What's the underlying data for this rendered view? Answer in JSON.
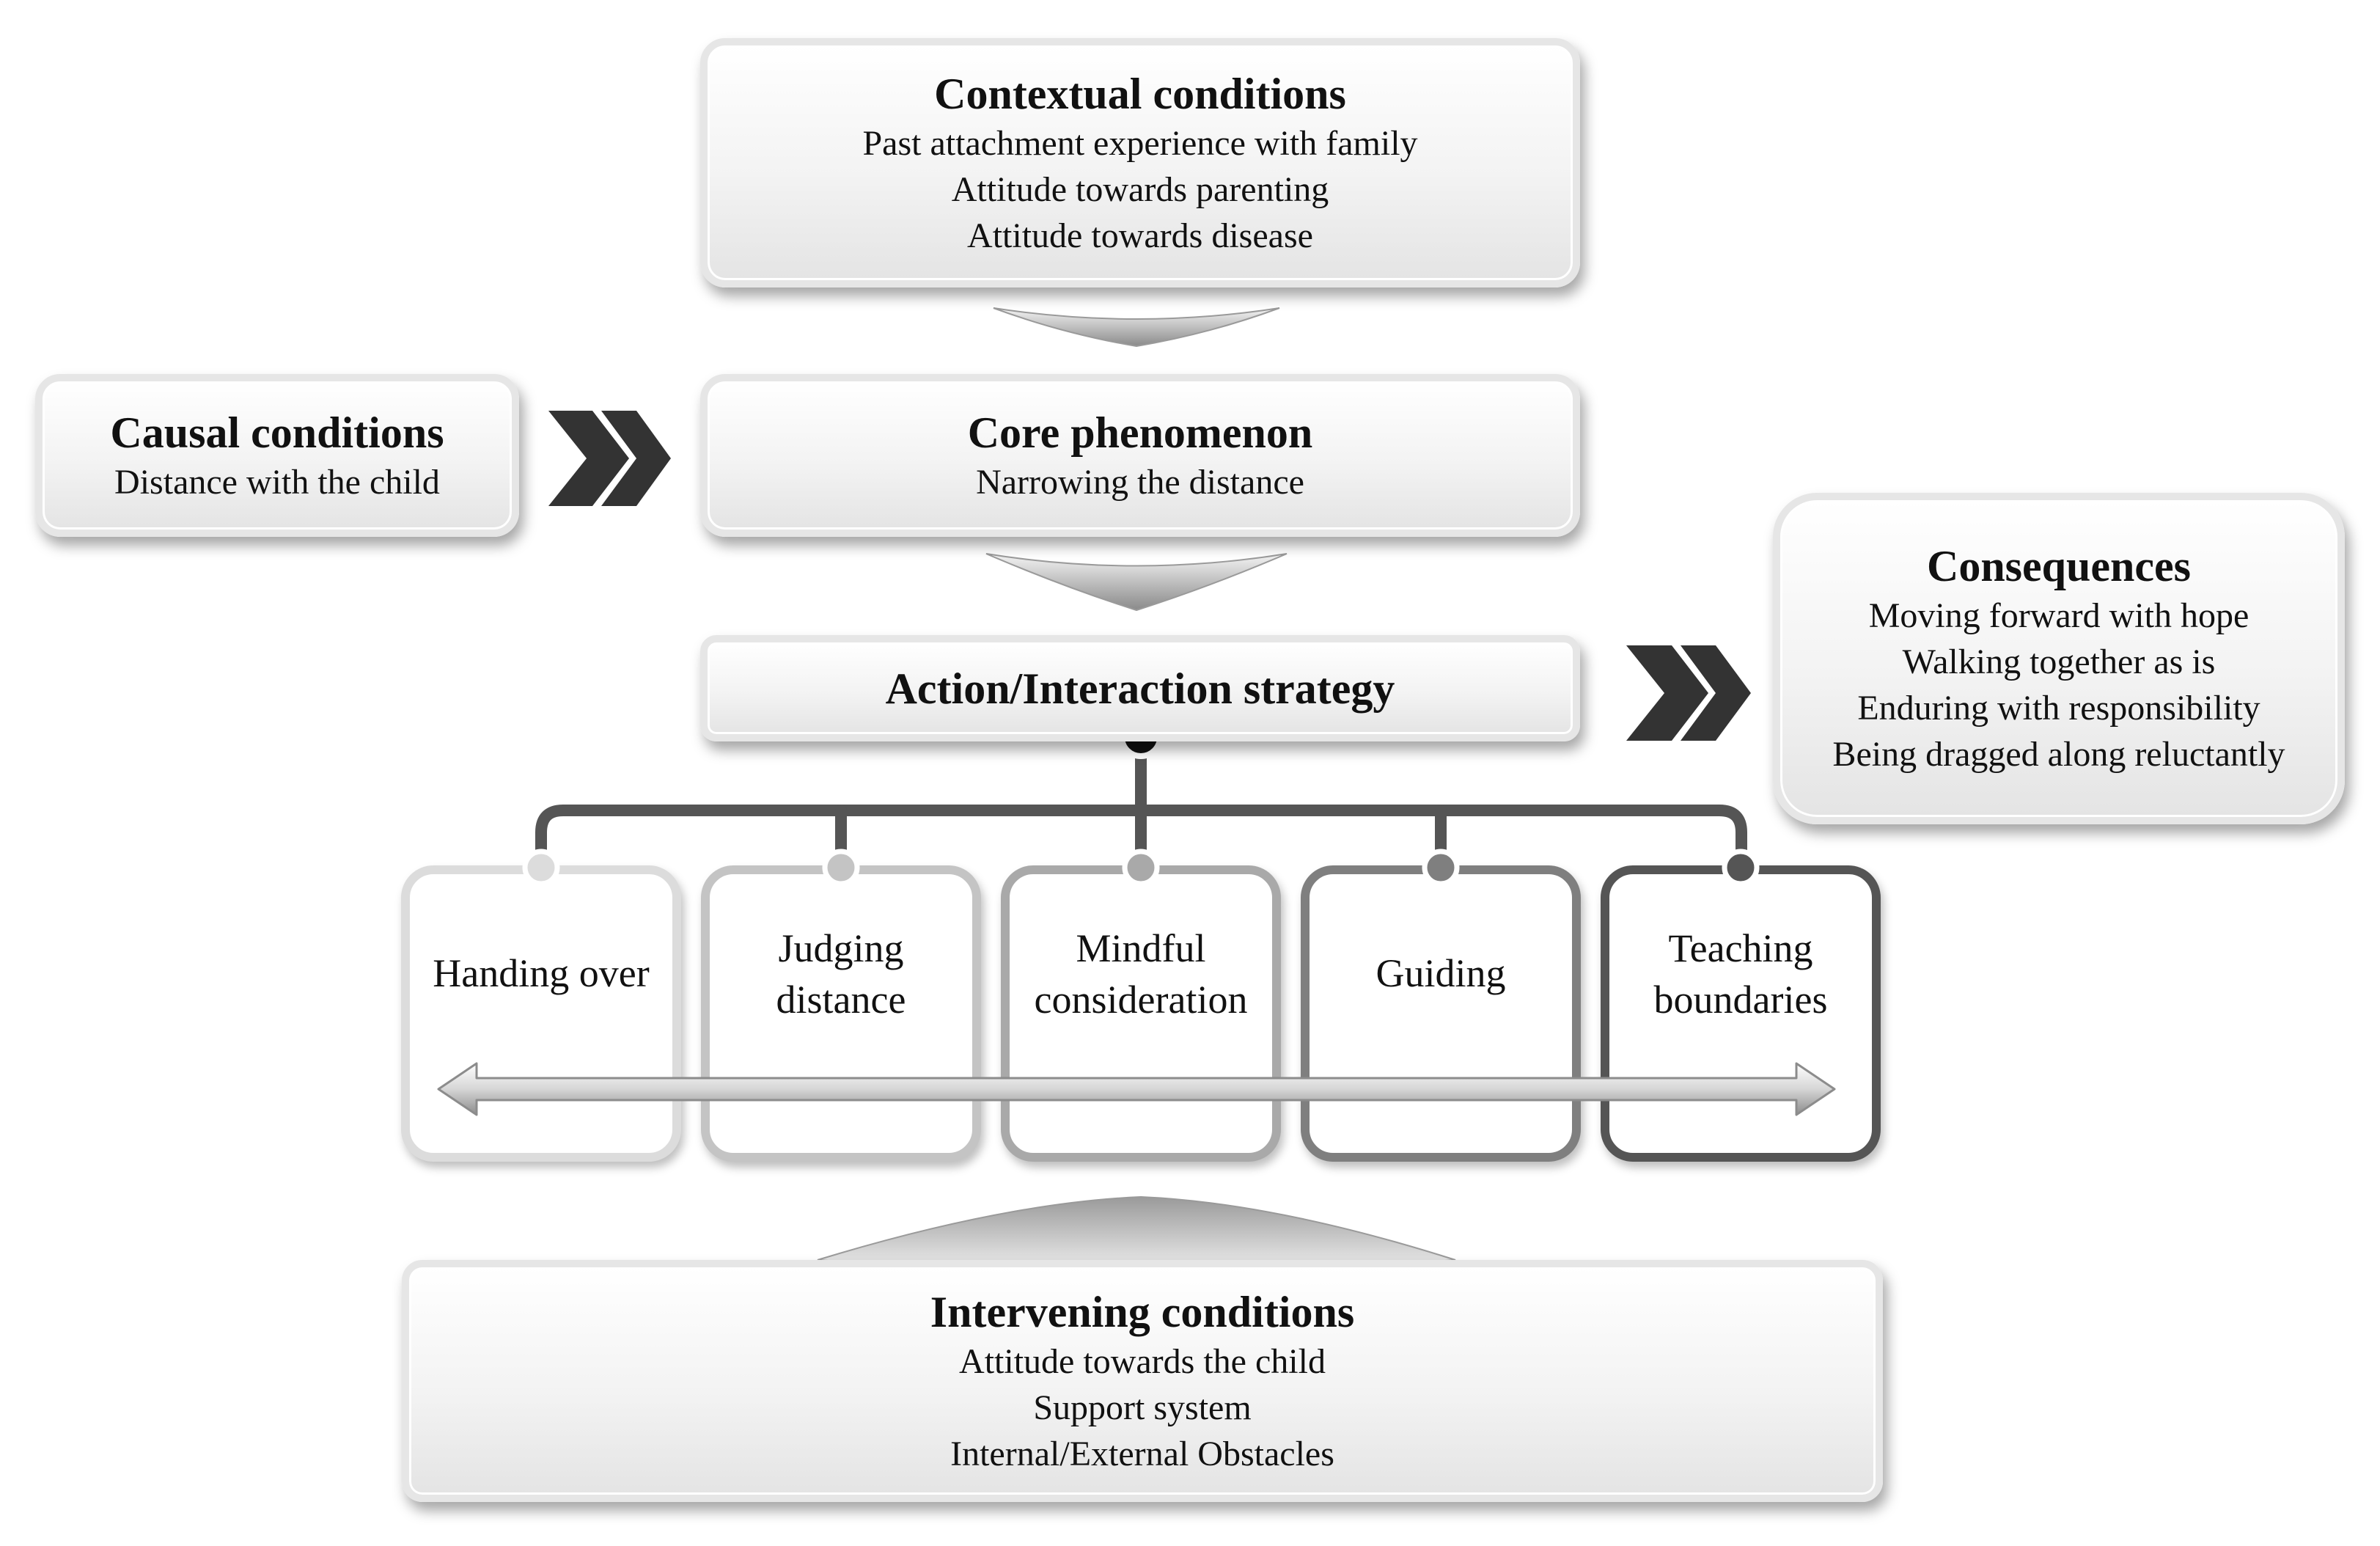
{
  "contextual": {
    "title": "Contextual conditions",
    "lines": [
      "Past attachment experience with family",
      "Attitude towards parenting",
      "Attitude towards disease"
    ]
  },
  "causal": {
    "title": "Causal conditions",
    "lines": [
      "Distance with the child"
    ]
  },
  "core": {
    "title": "Core phenomenon",
    "lines": [
      "Narrowing the distance"
    ]
  },
  "action": {
    "title": "Action/Interaction strategy"
  },
  "consequences": {
    "title": "Consequences",
    "lines": [
      "Moving forward with hope",
      "Walking together as is",
      "Enduring with responsibility",
      "Being dragged along reluctantly"
    ]
  },
  "strategies": [
    {
      "label": "Handing over",
      "color": "#dcdcdc"
    },
    {
      "label": "Judging\ndistance",
      "color": "#c4c4c4"
    },
    {
      "label": "Mindful\nconsideration",
      "color": "#a9a9a9"
    },
    {
      "label": "Guiding",
      "color": "#7f7f7f"
    },
    {
      "label": "Teaching\nboundaries",
      "color": "#555555"
    }
  ],
  "intervening": {
    "title": "Intervening conditions",
    "lines": [
      "Attitude towards the child",
      "Support system",
      "Internal/External Obstacles"
    ]
  }
}
